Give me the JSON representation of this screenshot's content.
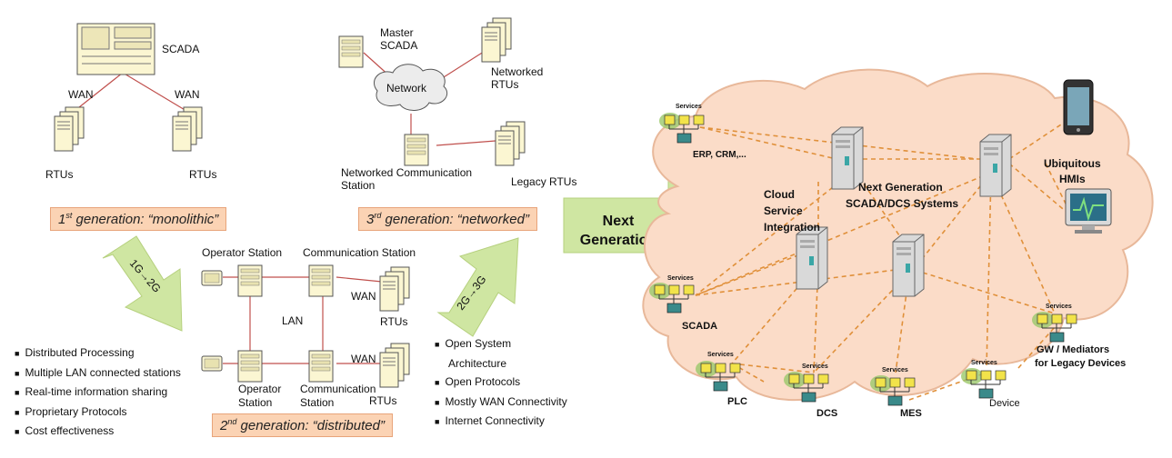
{
  "gen1": {
    "scada": "SCADA",
    "wan_left": "WAN",
    "wan_right": "WAN",
    "rtus_left": "RTUs",
    "rtus_right": "RTUs",
    "label_prefix": "1",
    "label_sup": "st",
    "label_text": " generation: “monolithic”"
  },
  "gen3": {
    "master_scada_1": "Master",
    "master_scada_2": "SCADA",
    "network": "Network",
    "networked_rtus_1": "Networked",
    "networked_rtus_2": "RTUs",
    "comm_station_1": "Networked Communication",
    "comm_station_2": "Station",
    "legacy_rtus": "Legacy RTUs",
    "label_prefix": "3",
    "label_sup": "rd",
    "label_text": " generation: “networked”"
  },
  "gen2": {
    "operator_station": "Operator Station",
    "communication_station": "Communication Station",
    "wan_top": "WAN",
    "rtus_top": "RTUs",
    "lan": "LAN",
    "wan_bottom": "WAN",
    "operator_station_b1": "Operator",
    "operator_station_b2": "Station",
    "comm_station_b1": "Communication",
    "comm_station_b2": "Station",
    "rtus_bottom": "RTUs",
    "label_prefix": "2",
    "label_sup": "nd",
    "label_text": " generation: “distributed”"
  },
  "arrows": {
    "a1": "1G→2G",
    "a2": "2G→3G",
    "next_1": "Next",
    "next_2": "Generation"
  },
  "bullets_2g": [
    "Distributed Processing",
    "Multiple LAN connected stations",
    "Real-time information sharing",
    "Proprietary Protocols",
    "Cost effectiveness"
  ],
  "bullets_3g": [
    "Open System",
    "Architecture",
    "Open Protocols",
    "Mostly WAN Connectivity",
    "Internet Connectivity"
  ],
  "cloud": {
    "services": "Services",
    "erp": "ERP, CRM,...",
    "cloud_service_1": "Cloud",
    "cloud_service_2": "Service",
    "cloud_service_3": "Integration",
    "next_gen_1": "Next Generation",
    "next_gen_2": "SCADA/DCS Systems",
    "hmi_1": "Ubiquitous",
    "hmi_2": "HMIs",
    "scada": "SCADA",
    "plc": "PLC",
    "dcs": "DCS",
    "mes": "MES",
    "device": "Device",
    "gw_1": "GW / Mediators",
    "gw_2": "for Legacy Devices"
  },
  "colors": {
    "cloud_fill": "#fbdcc8",
    "cloud_stroke": "#e8b89a",
    "gen_label_bg": "#fbd3b4",
    "arrow_green": "#cfe6a2",
    "link_red": "#c0504d",
    "dash_orange": "#e0903a",
    "service_yellow": "#f2e34a",
    "service_green": "#9bc86a",
    "device_teal": "#3a8a8a"
  }
}
